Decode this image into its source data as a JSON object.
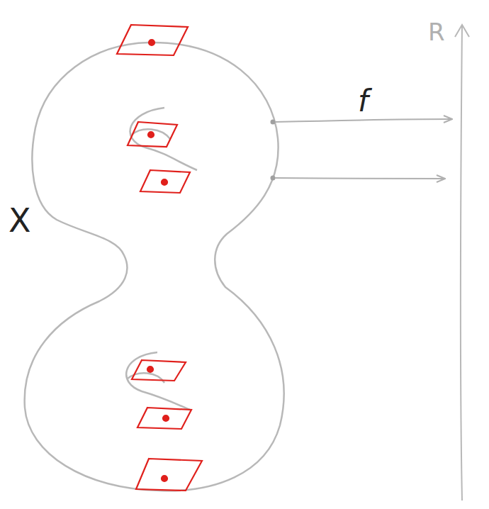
{
  "diagram": {
    "labels": [
      "X",
      "f",
      "R"
    ]
  }
}
